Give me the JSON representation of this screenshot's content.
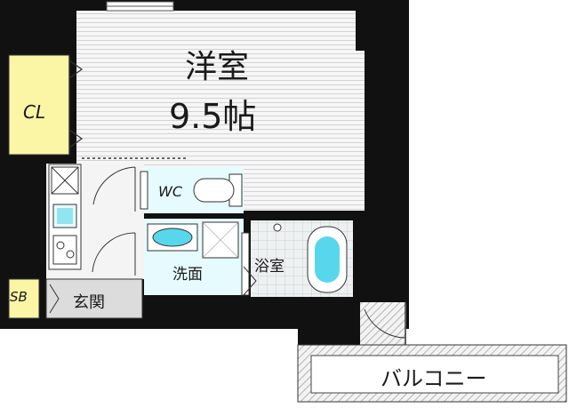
{
  "rooms": {
    "western_room": "洋室",
    "area": "9.5帖",
    "closet": "CL",
    "wc": "WC",
    "washroom": "洗面",
    "bathroom": "浴室",
    "shoe_box": "SB",
    "entrance": "玄関",
    "balcony": "バルコニー"
  },
  "colors": {
    "wall": "#111111",
    "floor_lines": "#d8d8d8",
    "closet": "#fbf5a6",
    "wet_area": "#e6fbfd",
    "fixture_cyan": "#58d7ec",
    "balcony_hatch": "#b4b4b4"
  }
}
